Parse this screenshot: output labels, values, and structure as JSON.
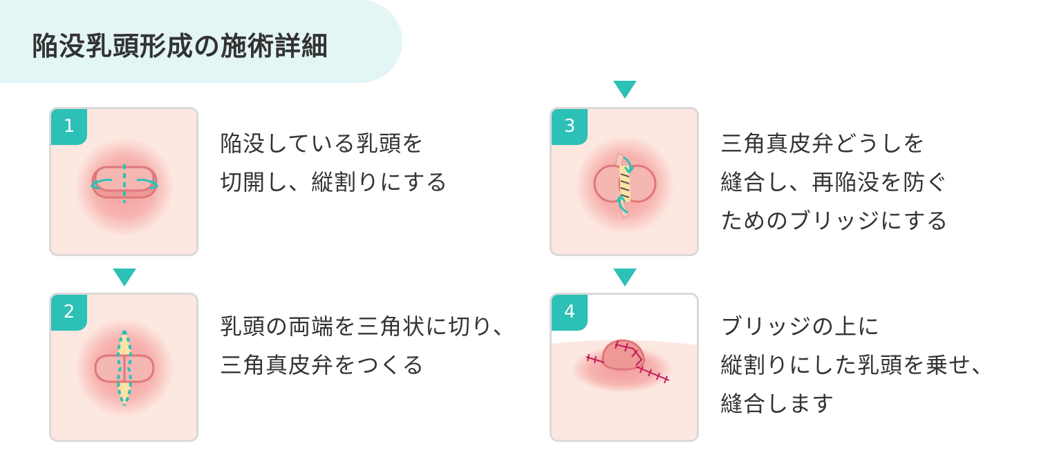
{
  "title": "陥没乳頭形成の施術詳細",
  "colors": {
    "accent": "#2cc0b7",
    "title_band": "#e3f6f5",
    "card_bg": "#fde8e1",
    "card_border": "#d9d9d9",
    "areola": "#f5a9a6",
    "nipple_fill": "#f4b7b2",
    "nipple_stroke": "#e0777a",
    "flap": "#fbe3a6",
    "suture": "#c2185b"
  },
  "steps": [
    {
      "number": "1",
      "lines": [
        "陥没している乳頭を",
        "切開し、縦割りにする"
      ]
    },
    {
      "number": "2",
      "lines": [
        "乳頭の両端を三角状に切り、",
        "三角真皮弁をつくる"
      ]
    },
    {
      "number": "3",
      "lines": [
        "三角真皮弁どうしを",
        "縫合し、再陥没を防ぐ",
        "ためのブリッジにする"
      ]
    },
    {
      "number": "4",
      "lines": [
        "ブリッジの上に",
        "縦割りにした乳頭を乗せ、",
        "縫合します"
      ]
    }
  ]
}
